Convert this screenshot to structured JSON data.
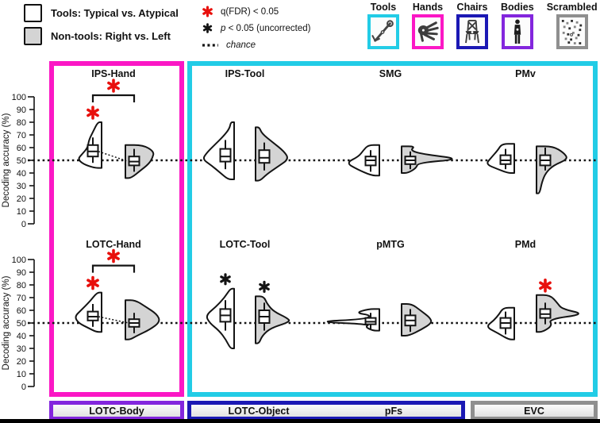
{
  "colors": {
    "magenta_frame": "#fb17c5",
    "cyan_frame": "#22cce6",
    "navy": "#1b18b4",
    "purple": "#8326dd",
    "gray_frame": "#8f8f8f",
    "violin_gray": "#d4d4d4",
    "sig_red": "#e8100c",
    "ink": "#141414"
  },
  "legend": {
    "items": [
      {
        "swatch": "white",
        "label": "Tools: Typical vs. Atypical"
      },
      {
        "swatch": "gray",
        "label": "Non-tools: Right vs. Left"
      }
    ]
  },
  "significance_legend": {
    "items": [
      {
        "marker": "red-asterisk",
        "label": "q(FDR) < 0.05"
      },
      {
        "marker": "black-asterisk",
        "label_italic": "p",
        "label_rest": " < 0.05 (uncorrected)"
      },
      {
        "marker": "dotted-line",
        "label": "chance"
      }
    ]
  },
  "icons": [
    {
      "label": "Tools",
      "border": "#22cce6"
    },
    {
      "label": "Hands",
      "border": "#fb17c5"
    },
    {
      "label": "Chairs",
      "border": "#1b18b4"
    },
    {
      "label": "Bodies",
      "border": "#8326dd"
    },
    {
      "label": "Scrambled",
      "border": "#8f8f8f"
    }
  ],
  "footer": {
    "regions": [
      {
        "labels": [
          "LOTC-Body"
        ],
        "border": "#8326dd"
      },
      {
        "labels": [
          "LOTC-Object",
          "pFs"
        ],
        "border": "#1b18b4"
      },
      {
        "labels": [
          "EVC"
        ],
        "border": "#8f8f8f"
      }
    ]
  },
  "chart_data": {
    "type": "violin",
    "ylabel": "Decoding accuracy (%)",
    "ylim": [
      0,
      100
    ],
    "yticks": [
      0,
      10,
      20,
      30,
      40,
      50,
      60,
      70,
      80,
      90,
      100
    ],
    "chance_level": 50,
    "grid": false,
    "conditions": [
      {
        "key": "tools",
        "name": "Tools: Typical vs. Atypical",
        "fill": "#ffffff",
        "bulge_side": "left"
      },
      {
        "key": "nontools",
        "name": "Non-tools: Right vs. Left",
        "fill": "#d4d4d4",
        "bulge_side": "right"
      }
    ],
    "rows": [
      {
        "panels": [
          {
            "title": "IPS-Hand",
            "tools": {
              "median": 57,
              "q1": 53,
              "q3": 62,
              "whisker_low": 48,
              "whisker_high": 68,
              "range": [
                44,
                80
              ],
              "max_width": 28,
              "profile": [
                [
                  80,
                  0.1
                ],
                [
                  73,
                  0.3
                ],
                [
                  66,
                  0.5
                ],
                [
                  60,
                  0.55
                ],
                [
                  55,
                  0.8
                ],
                [
                  51,
                  1
                ],
                [
                  47,
                  0.75
                ],
                [
                  44,
                  0.25
                ]
              ]
            },
            "nontools": {
              "median": 49,
              "q1": 46,
              "q3": 53,
              "whisker_low": 41,
              "whisker_high": 59,
              "range": [
                35,
                63
              ],
              "max_width": 34,
              "profile": [
                [
                  62,
                  0.6
                ],
                [
                  57,
                  1
                ],
                [
                  52,
                  0.95
                ],
                [
                  47,
                  0.8
                ],
                [
                  42,
                  0.5
                ],
                [
                  36,
                  0.15
                ]
              ]
            },
            "significance": [
              {
                "marker": "*",
                "color": "red",
                "meaning": "q(FDR) < 0.05",
                "target": "tools"
              },
              {
                "marker": "*",
                "color": "red",
                "meaning": "q(FDR) < 0.05",
                "target": "pair"
              }
            ],
            "median_connector": true
          },
          {
            "title": "IPS-Tool",
            "tools": {
              "median": 53,
              "q1": 49,
              "q3": 59,
              "whisker_low": 43,
              "whisker_high": 66,
              "range": [
                35,
                80
              ],
              "max_width": 38,
              "profile": [
                [
                  80,
                  0.06
                ],
                [
                  75,
                  0.1
                ],
                [
                  69,
                  0.3
                ],
                [
                  62,
                  0.6
                ],
                [
                  56,
                  0.85
                ],
                [
                  51,
                  1
                ],
                [
                  46,
                  0.7
                ],
                [
                  40,
                  0.4
                ],
                [
                  35,
                  0.15
                ]
              ]
            },
            "nontools": {
              "median": 52,
              "q1": 48,
              "q3": 58,
              "whisker_low": 42,
              "whisker_high": 64,
              "range": [
                34,
                76
              ],
              "max_width": 40,
              "profile": [
                [
                  76,
                  0.07
                ],
                [
                  71,
                  0.15
                ],
                [
                  64,
                  0.5
                ],
                [
                  57,
                  0.85
                ],
                [
                  51,
                  1
                ],
                [
                  45,
                  0.65
                ],
                [
                  39,
                  0.3
                ],
                [
                  34,
                  0.1
                ]
              ]
            },
            "significance": [],
            "median_connector": false
          },
          {
            "title": "SMG",
            "tools": {
              "median": 50,
              "q1": 46,
              "q3": 53,
              "whisker_low": 41,
              "whisker_high": 58,
              "range": [
                38,
                62
              ],
              "max_width": 40,
              "profile": [
                [
                  62,
                  0.3
                ],
                [
                  58,
                  0.45
                ],
                [
                  53,
                  0.6
                ],
                [
                  48,
                  1
                ],
                [
                  43,
                  0.65
                ],
                [
                  38,
                  0.2
                ]
              ]
            },
            "nontools": {
              "median": 50,
              "q1": 47,
              "q3": 53,
              "whisker_low": 43,
              "whisker_high": 57,
              "range": [
                40,
                61
              ],
              "max_width": 75,
              "profile": [
                [
                  61,
                  0.2
                ],
                [
                  58,
                  0.12
                ],
                [
                  55,
                  0.3
                ],
                [
                  51,
                  1
                ],
                [
                  48,
                  0.25
                ],
                [
                  44,
                  0.22
                ],
                [
                  40,
                  0.08
                ]
              ]
            },
            "significance": [],
            "median_connector": false
          },
          {
            "title": "PMv",
            "tools": {
              "median": 50,
              "q1": 47,
              "q3": 54,
              "whisker_low": 43,
              "whisker_high": 59,
              "range": [
                40,
                63
              ],
              "max_width": 34,
              "profile": [
                [
                  63,
                  0.4
                ],
                [
                  58,
                  0.55
                ],
                [
                  52,
                  0.8
                ],
                [
                  47,
                  1
                ],
                [
                  43,
                  0.55
                ],
                [
                  40,
                  0.18
                ]
              ]
            },
            "nontools": {
              "median": 50,
              "q1": 46,
              "q3": 54,
              "whisker_low": 42,
              "whisker_high": 60,
              "range": [
                24,
                61
              ],
              "max_width": 38,
              "profile": [
                [
                  61,
                  0.5
                ],
                [
                  56,
                  0.85
                ],
                [
                  51,
                  1
                ],
                [
                  46,
                  0.5
                ],
                [
                  40,
                  0.25
                ],
                [
                  33,
                  0.13
                ],
                [
                  24,
                  0.05
                ]
              ]
            },
            "significance": [],
            "median_connector": false
          }
        ]
      },
      {
        "panels": [
          {
            "title": "LOTC-Hand",
            "tools": {
              "median": 55,
              "q1": 52,
              "q3": 59,
              "whisker_low": 47,
              "whisker_high": 65,
              "range": [
                43,
                74
              ],
              "max_width": 32,
              "profile": [
                [
                  74,
                  0.12
                ],
                [
                  67,
                  0.4
                ],
                [
                  60,
                  0.75
                ],
                [
                  55,
                  1
                ],
                [
                  50,
                  0.85
                ],
                [
                  46,
                  0.45
                ],
                [
                  43,
                  0.15
                ]
              ]
            },
            "nontools": {
              "median": 50,
              "q1": 47,
              "q3": 53,
              "whisker_low": 42,
              "whisker_high": 58,
              "range": [
                37,
                68
              ],
              "max_width": 42,
              "profile": [
                [
                  68,
                  0.25
                ],
                [
                  63,
                  0.55
                ],
                [
                  57,
                  0.9
                ],
                [
                  51,
                  1
                ],
                [
                  45,
                  0.7
                ],
                [
                  40,
                  0.3
                ],
                [
                  37,
                  0.1
                ]
              ]
            },
            "significance": [
              {
                "marker": "*",
                "color": "red",
                "meaning": "q(FDR) < 0.05",
                "target": "tools"
              },
              {
                "marker": "*",
                "color": "red",
                "meaning": "q(FDR) < 0.05",
                "target": "pair"
              }
            ],
            "median_connector": true
          },
          {
            "title": "LOTC-Tool",
            "tools": {
              "median": 56,
              "q1": 51,
              "q3": 61,
              "whisker_low": 44,
              "whisker_high": 68,
              "range": [
                30,
                77
              ],
              "max_width": 34,
              "profile": [
                [
                  77,
                  0.08
                ],
                [
                  70,
                  0.3
                ],
                [
                  63,
                  0.6
                ],
                [
                  56,
                  1
                ],
                [
                  50,
                  0.85
                ],
                [
                  44,
                  0.5
                ],
                [
                  37,
                  0.25
                ],
                [
                  30,
                  0.08
                ]
              ]
            },
            "nontools": {
              "median": 55,
              "q1": 50,
              "q3": 60,
              "whisker_low": 44,
              "whisker_high": 66,
              "range": [
                34,
                71
              ],
              "max_width": 42,
              "profile": [
                [
                  71,
                  0.2
                ],
                [
                  65,
                  0.3
                ],
                [
                  59,
                  0.5
                ],
                [
                  54,
                  0.9
                ],
                [
                  51,
                  1
                ],
                [
                  46,
                  0.4
                ],
                [
                  40,
                  0.15
                ],
                [
                  34,
                  0.06
                ]
              ]
            },
            "significance": [
              {
                "marker": "*",
                "color": "black",
                "meaning": "p < 0.05 (uncorrected)",
                "target": "tools"
              },
              {
                "marker": "*",
                "color": "black",
                "meaning": "p < 0.05 (uncorrected)",
                "target": "nontools"
              }
            ],
            "median_connector": false
          },
          {
            "title": "pMTG",
            "tools": {
              "median": 51,
              "q1": 49,
              "q3": 54,
              "whisker_low": 45,
              "whisker_high": 58,
              "range": [
                44,
                61
              ],
              "max_width": 80,
              "profile": [
                [
                  61,
                  0.15
                ],
                [
                  58,
                  0.35
                ],
                [
                  56,
                  0.1
                ],
                [
                  53,
                  0.2
                ],
                [
                  51,
                  1
                ],
                [
                  49,
                  0.12
                ],
                [
                  47,
                  0.2
                ],
                [
                  44,
                  0.08
                ]
              ]
            },
            "nontools": {
              "median": 52,
              "q1": 48,
              "q3": 56,
              "whisker_low": 43,
              "whisker_high": 61,
              "range": [
                40,
                65
              ],
              "max_width": 36,
              "profile": [
                [
                  65,
                  0.3
                ],
                [
                  60,
                  0.6
                ],
                [
                  54,
                  0.95
                ],
                [
                  50,
                  1
                ],
                [
                  45,
                  0.65
                ],
                [
                  40,
                  0.2
                ]
              ]
            },
            "significance": [],
            "median_connector": false
          },
          {
            "title": "PMd",
            "tools": {
              "median": 50,
              "q1": 46,
              "q3": 54,
              "whisker_low": 41,
              "whisker_high": 59,
              "range": [
                37,
                62
              ],
              "max_width": 34,
              "profile": [
                [
                  62,
                  0.35
                ],
                [
                  57,
                  0.5
                ],
                [
                  52,
                  0.7
                ],
                [
                  47,
                  1
                ],
                [
                  42,
                  0.55
                ],
                [
                  37,
                  0.15
                ]
              ]
            },
            "nontools": {
              "median": 57,
              "q1": 54,
              "q3": 61,
              "whisker_low": 49,
              "whisker_high": 66,
              "range": [
                43,
                72
              ],
              "max_width": 60,
              "profile": [
                [
                  72,
                  0.25
                ],
                [
                  66,
                  0.4
                ],
                [
                  61,
                  0.5
                ],
                [
                  57,
                  1
                ],
                [
                  53,
                  0.22
                ],
                [
                  48,
                  0.3
                ],
                [
                  43,
                  0.1
                ]
              ]
            },
            "significance": [
              {
                "marker": "*",
                "color": "red",
                "meaning": "q(FDR) < 0.05",
                "target": "nontools"
              }
            ],
            "median_connector": false
          }
        ]
      }
    ]
  }
}
